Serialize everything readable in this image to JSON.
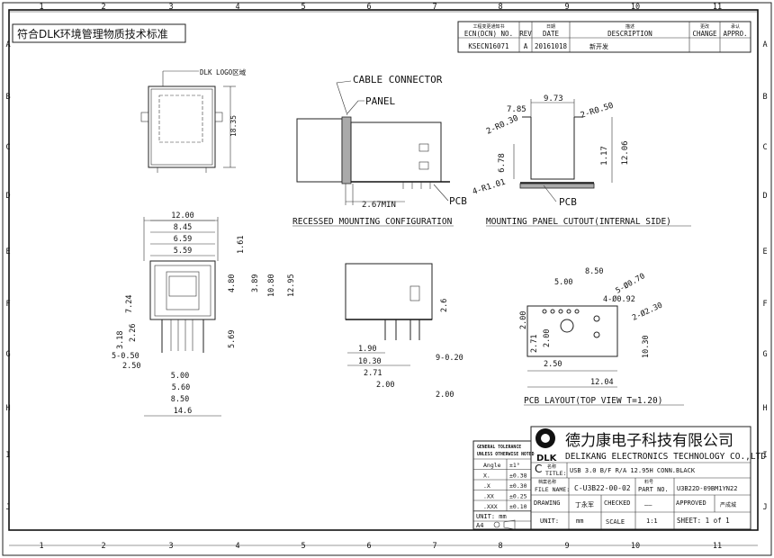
{
  "frame": {
    "columns": [
      "1",
      "2",
      "3",
      "4",
      "5",
      "6",
      "7",
      "8",
      "9",
      "10",
      "11"
    ],
    "rows": [
      "A",
      "B",
      "C",
      "D",
      "E",
      "F",
      "G",
      "H",
      "I",
      "J"
    ]
  },
  "banner": "符合DLK环境管理物质技术标准",
  "revision_table": {
    "headers": [
      {
        "cn": "工程变更通知书",
        "en": "ECN(DCN) NO."
      },
      {
        "cn": "",
        "en": "REV"
      },
      {
        "cn": "日期",
        "en": "DATE"
      },
      {
        "cn": "描述",
        "en": "DESCRIPTION"
      },
      {
        "cn": "更改",
        "en": "CHANGE"
      },
      {
        "cn": "承认",
        "en": "APPRO."
      }
    ],
    "row": {
      "ecn": "KSECN16071",
      "rev": "A",
      "date": "20161018",
      "description": "新开发",
      "change": "",
      "appro": ""
    }
  },
  "front_view": {
    "logo_label": "DLK LOGO区域",
    "height_dim": "18.35"
  },
  "recessed": {
    "labels": {
      "cable": "CABLE CONNECTOR",
      "panel": "PANEL",
      "pcb": "PCB",
      "min": "2.67MIN"
    },
    "title": "RECESSED MOUNTING CONFIGURATION"
  },
  "cutout": {
    "dims": {
      "w": "9.73",
      "x": "7.85",
      "r30": "2-R0.30",
      "r50": "2-R0.50",
      "h": "12.06",
      "h2": "1.17",
      "d678": "6.78",
      "r101": "4-R1.01"
    },
    "pcb": "PCB",
    "title": "MOUNTING PANEL CUTOUT(INTERNAL SIDE)"
  },
  "left_view": {
    "dims": [
      "12.00",
      "8.45",
      "6.59",
      "5.59",
      "1.61",
      "4.80",
      "3.89",
      "10.80",
      "12.95",
      "7.24",
      "3.18",
      "2.26",
      "5-0.50",
      "2.50",
      "5.69",
      "5.00",
      "5.60",
      "8.50",
      "14.6"
    ]
  },
  "side_view": {
    "dims": [
      "2.6",
      "1.90",
      "10.30",
      "2.71",
      "2.00",
      "9-0.20",
      "2.00"
    ]
  },
  "pcb_layout": {
    "dims": [
      "8.50",
      "5.00",
      "5-Ø0.70",
      "4-Ø0.92",
      "2-Ø2.30",
      "2.00",
      "2.71",
      "2.00",
      "2.50",
      "10.30",
      "12.04"
    ],
    "title": "PCB LAYOUT(TOP VIEW T=1.20)"
  },
  "tolerance": {
    "header1": "GENERAL TOLERANCE",
    "header2": "UNLESS OTHERWISE NOTED",
    "rows": [
      [
        "Angle",
        "±1°"
      ],
      [
        "X.",
        "±0.38"
      ],
      [
        ".X",
        "±0.30"
      ],
      [
        ".XX",
        "±0.25"
      ],
      [
        ".XXX",
        "±0.10"
      ]
    ],
    "unit": "UNIT:  mm",
    "sheet_size": "A4"
  },
  "company": {
    "logo_text": "DLK",
    "name_cn": "德力康电子科技有限公司",
    "name_en": "DELIKANG ELECTRONICS TECHNOLOGY CO.,LTD"
  },
  "title_block": {
    "title_letter": "C",
    "title_label_cn": "名称",
    "title_label": "TITLE:",
    "title_value": "USB 3.0 B/F R/A 12.95H CONN.BLACK",
    "file_label_cn": "档案名称",
    "file_label": "FILE NAME:",
    "file_value": "C-U3B22-00-02",
    "part_label_cn": "料号",
    "part_label": "PART NO.",
    "part_value": "U3B22D-09BM1YN22",
    "drawing_label": "DRAWING",
    "drawing_value": "丁永军",
    "checked_label": "CHECKED",
    "checked_value": "——",
    "approved_label": "APPROVED",
    "approved_value": "严成城",
    "unit_label": "UNIT:",
    "unit_value": "mm",
    "scale_label": "SCALE",
    "scale_value": "1:1",
    "sheet": "SHEET: 1 of 1"
  }
}
